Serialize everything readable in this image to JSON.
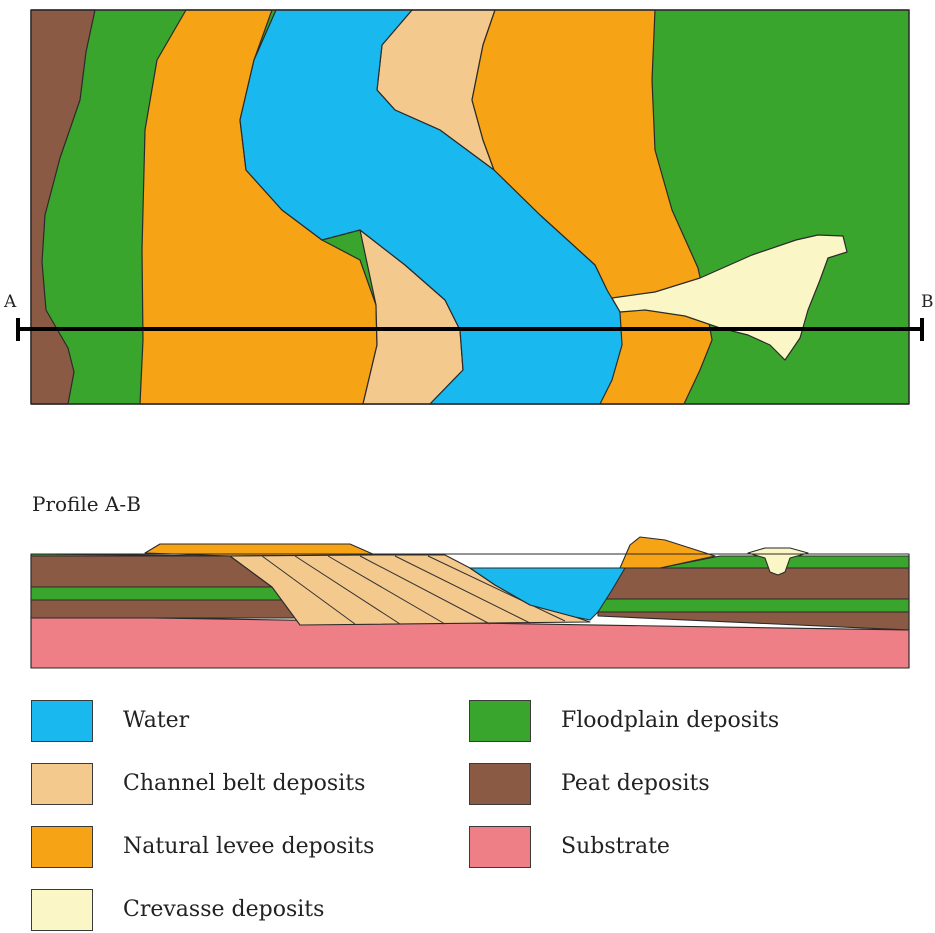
{
  "map": {
    "label_a": "A",
    "label_b": "B"
  },
  "profile": {
    "title": "Profile A-B"
  },
  "colors": {
    "water": "#19b8ee",
    "channel_belt": "#f4c98d",
    "natural_levee": "#f6a315",
    "crevasse": "#fbf6c6",
    "floodplain": "#3aa52d",
    "peat": "#8a5a44",
    "substrate": "#ef7f86"
  },
  "legend": {
    "items": [
      {
        "key": "water",
        "label": "Water",
        "color": "#19b8ee"
      },
      {
        "key": "channel_belt",
        "label": "Channel belt deposits",
        "color": "#f4c98d"
      },
      {
        "key": "natural_levee",
        "label": "Natural levee deposits",
        "color": "#f6a315"
      },
      {
        "key": "crevasse",
        "label": "Crevasse deposits",
        "color": "#fbf6c6"
      },
      {
        "key": "floodplain",
        "label": "Floodplain deposits",
        "color": "#3aa52d"
      },
      {
        "key": "peat",
        "label": "Peat deposits",
        "color": "#8a5a44"
      },
      {
        "key": "substrate",
        "label": "Substrate",
        "color": "#ef7f86"
      }
    ]
  }
}
